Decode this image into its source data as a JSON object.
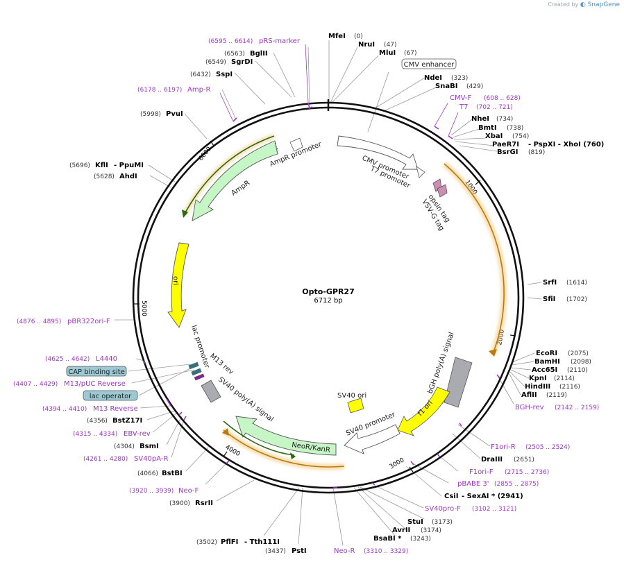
{
  "watermark": {
    "created_by": "Created by",
    "brand": "SnapGene"
  },
  "plasmid": {
    "name": "Opto-GPR27",
    "length": "6712 bp"
  },
  "colors": {
    "backbone": "#111111",
    "primer": "#a036c8",
    "ori": "#ffff00",
    "resistance": "#c6f5c6",
    "orf": "#f3c46f",
    "promoter": "#ffffff",
    "polyA": "#a9abb0",
    "tag": "#c98fb0",
    "boxed_label_bg": "#9cc9d4"
  },
  "ticks": [
    "1000",
    "2000",
    "3000",
    "4000",
    "5000",
    "6000"
  ],
  "sites": [
    {
      "name": "MfeI",
      "pos": "(0)"
    },
    {
      "name": "NruI",
      "pos": "(47)"
    },
    {
      "name": "MluI",
      "pos": "(67)"
    },
    {
      "name": "NdeI",
      "pos": "(323)"
    },
    {
      "name": "SnaBI",
      "pos": "(429)"
    },
    {
      "name": "NheI",
      "pos": "(734)"
    },
    {
      "name": "BmtI",
      "pos": "(738)"
    },
    {
      "name": "XbaI",
      "pos": "(754)"
    },
    {
      "name": "PaeR7I",
      "pos": "- PspXI - XhoI (760)"
    },
    {
      "name": "BsrGI",
      "pos": "(819)"
    },
    {
      "name": "SrfI",
      "pos": "(1614)"
    },
    {
      "name": "SfiI",
      "pos": "(1702)"
    },
    {
      "name": "EcoRI",
      "pos": "(2075)"
    },
    {
      "name": "BamHI",
      "pos": "(2098)"
    },
    {
      "name": "Acc65I",
      "pos": "(2110)"
    },
    {
      "name": "KpnI",
      "pos": "(2114)"
    },
    {
      "name": "HindIII",
      "pos": "(2116)"
    },
    {
      "name": "AflII",
      "pos": "(2119)"
    },
    {
      "name": "DraIII",
      "pos": "(2651)"
    },
    {
      "name": "CsiI",
      "pos": "- SexAI * (2941)"
    },
    {
      "name": "StuI",
      "pos": "(3173)"
    },
    {
      "name": "AvrII",
      "pos": "(3174)"
    },
    {
      "name": "BsaBI *",
      "pos": "(3243)"
    },
    {
      "name": "PstI",
      "pos": "(3437)"
    },
    {
      "name": "PflFI",
      "pos": "(3502)"
    },
    {
      "name": "- Tth111I",
      "pos": ""
    },
    {
      "name": "RsrII",
      "pos": "(3900)"
    },
    {
      "name": "BstBI",
      "pos": "(4066)"
    },
    {
      "name": "BsmI",
      "pos": "(4304)"
    },
    {
      "name": "BstZ17I",
      "pos": "(4356)"
    },
    {
      "name": "AhdI",
      "pos": "(5628)"
    },
    {
      "name": "KflI",
      "pos": "(5696)"
    },
    {
      "name": "- PpuMI",
      "pos": ""
    },
    {
      "name": "PvuI",
      "pos": "(5998)"
    },
    {
      "name": "SspI",
      "pos": "(6432)"
    },
    {
      "name": "SgrDI",
      "pos": "(6549)"
    },
    {
      "name": "BglII",
      "pos": "(6563)"
    }
  ],
  "primers": [
    {
      "name": "pRS-marker",
      "range": "(6595 .. 6614)"
    },
    {
      "name": "Amp-R",
      "range": "(6178 .. 6197)"
    },
    {
      "name": "CMV-F",
      "range": "(608 .. 628)"
    },
    {
      "name": "T7",
      "range": "(702 .. 721)"
    },
    {
      "name": "BGH-rev",
      "range": "(2142 .. 2159)"
    },
    {
      "name": "F1ori-R",
      "range": "(2505 .. 2524)"
    },
    {
      "name": "F1ori-F",
      "range": "(2715 .. 2736)"
    },
    {
      "name": "pBABE 3'",
      "range": "(2855 .. 2875)"
    },
    {
      "name": "SV40pro-F",
      "range": "(3102 .. 3121)"
    },
    {
      "name": "Neo-R",
      "range": "(3310 .. 3329)"
    },
    {
      "name": "Neo-F",
      "range": "(3920 .. 3939)"
    },
    {
      "name": "SV40pA-R",
      "range": "(4261 .. 4280)"
    },
    {
      "name": "EBV-rev",
      "range": "(4315 .. 4334)"
    },
    {
      "name": "M13 Reverse",
      "range": "(4394 .. 4410)"
    },
    {
      "name": "M13/pUC Reverse",
      "range": "(4407 .. 4429)"
    },
    {
      "name": "L4440",
      "range": "(4625 .. 4642)"
    },
    {
      "name": "pBR322ori-F",
      "range": "(4876 .. 4895)"
    }
  ],
  "boxed_labels": [
    "CMV enhancer",
    "CAP binding site",
    "lac operator"
  ],
  "features": {
    "cmv_promoter": "CMV promoter",
    "t7_promoter": "T7 promoter",
    "opsin_tag": "opsin tag",
    "vsvg_tag": "VSV-G tag",
    "bgh_polya": "bGH poly(A) signal",
    "f1_ori": "f1 ori",
    "sv40_ori": "SV40 ori",
    "sv40_promoter": "SV40 promoter",
    "neor": "NeoR/KanR",
    "sv40_polya": "SV40 poly(A) signal",
    "m13_rev": "M13 rev",
    "lac_promoter": "lac promoter",
    "ori": "ori",
    "ampr": "AmpR",
    "ampr_promoter": "AmpR promoter"
  }
}
